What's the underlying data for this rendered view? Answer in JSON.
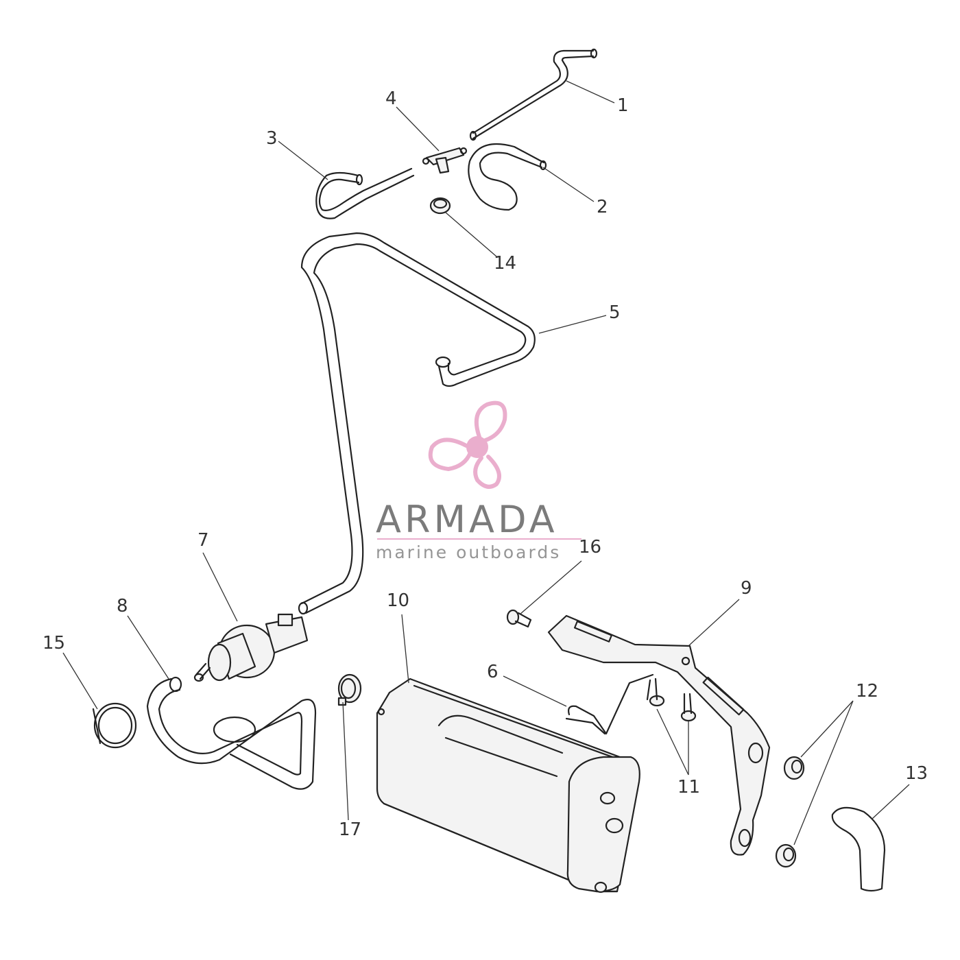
{
  "watermark": {
    "name": "ARMADA",
    "tagline": "marine outboards",
    "accent_color": "#e8a6c8",
    "icon": "propeller-logo"
  },
  "callouts": [
    "1",
    "2",
    "3",
    "4",
    "5",
    "6",
    "7",
    "8",
    "9",
    "10",
    "11",
    "12",
    "13",
    "14",
    "15",
    "16",
    "17"
  ],
  "colors": {
    "line": "#222222",
    "text": "#333333",
    "background": "#ffffff"
  }
}
